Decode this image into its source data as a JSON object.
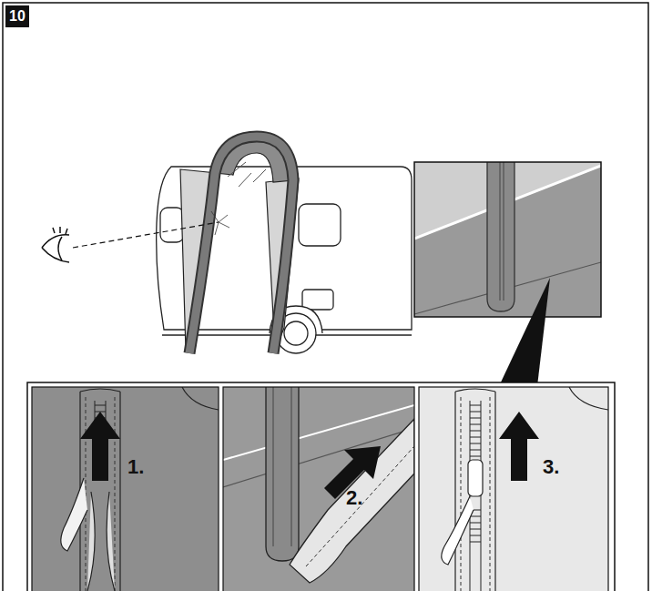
{
  "diagram": {
    "nodes": [
      {
        "text": [
          "10"
        ]
      }
    ],
    "labels": [
      "1.",
      "2.",
      "3."
    ]
  }
}
